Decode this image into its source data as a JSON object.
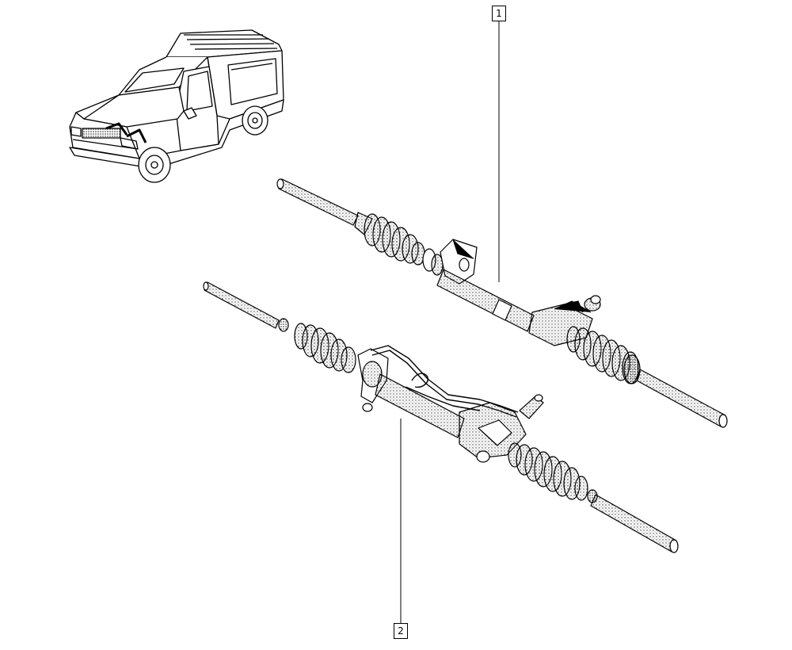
{
  "diagram": {
    "callouts": [
      {
        "label": "1",
        "part": "manual-steering-rack"
      },
      {
        "label": "2",
        "part": "power-steering-rack"
      }
    ],
    "colors": {
      "ink": "#000000",
      "background": "#ffffff",
      "stipple": "#555555"
    },
    "icons": [
      "van-illustration",
      "manual-steering-rack-illustration",
      "power-steering-rack-illustration"
    ]
  }
}
